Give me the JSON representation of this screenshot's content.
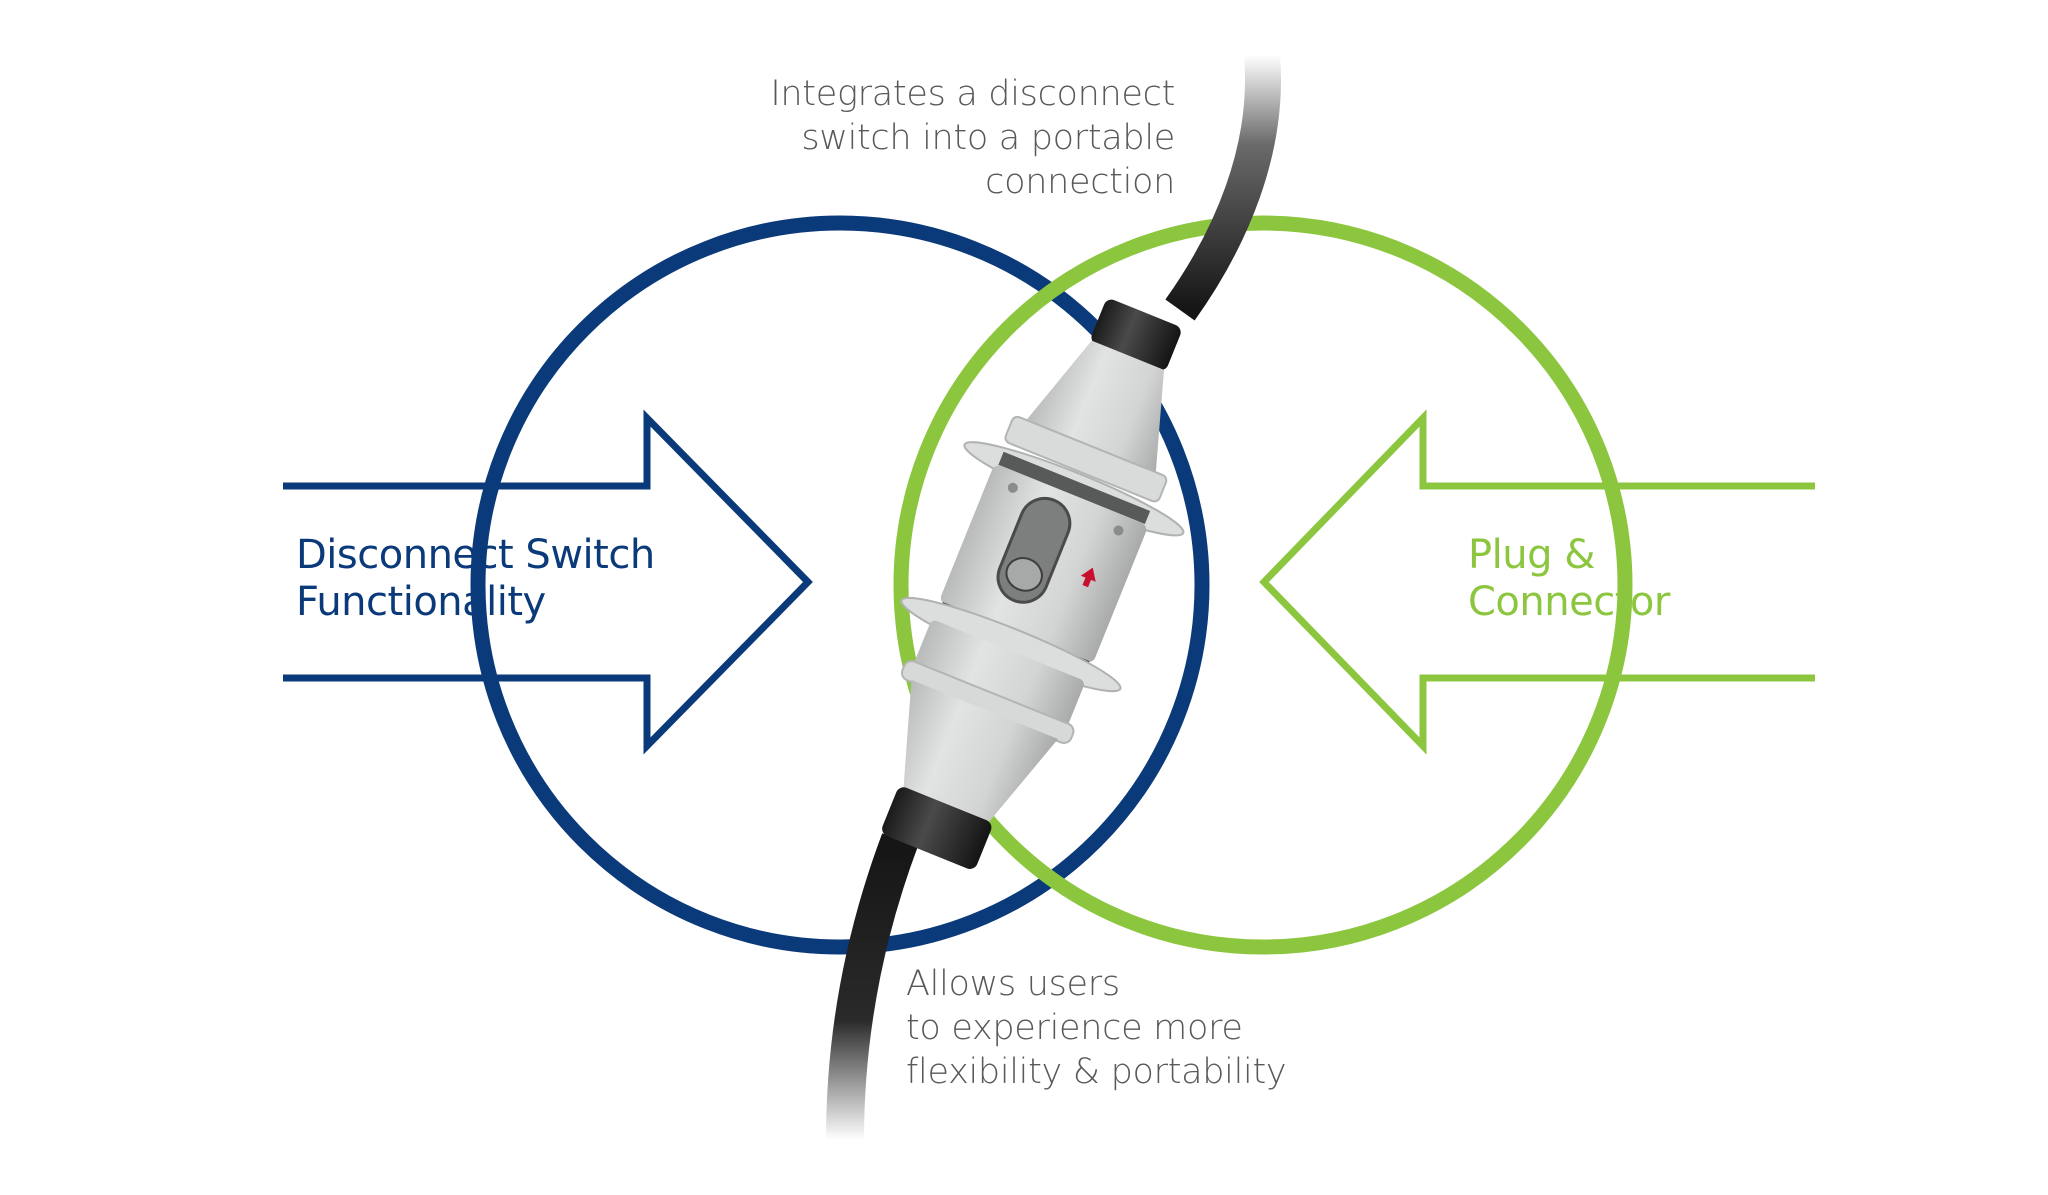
{
  "colors": {
    "disconnect_blue": "#0b3a7a",
    "plug_green": "#8cc63f",
    "caption_gray": "#58595b",
    "cable_black": "#1c1c1c",
    "housing_gray": "#cfd0d0"
  },
  "left_concept": {
    "lines": [
      "Disconnect Switch",
      "Functionality"
    ]
  },
  "right_concept": {
    "lines": [
      "Plug &",
      "Connector"
    ]
  },
  "top_caption": {
    "lines": [
      "Integrates a disconnect",
      "switch into a portable",
      "connection"
    ]
  },
  "bottom_caption": {
    "lines": [
      "Allows users",
      "to experience more",
      "flexibility & portability"
    ]
  },
  "product": {
    "icon": "plug-connector-with-disconnect-switch"
  }
}
